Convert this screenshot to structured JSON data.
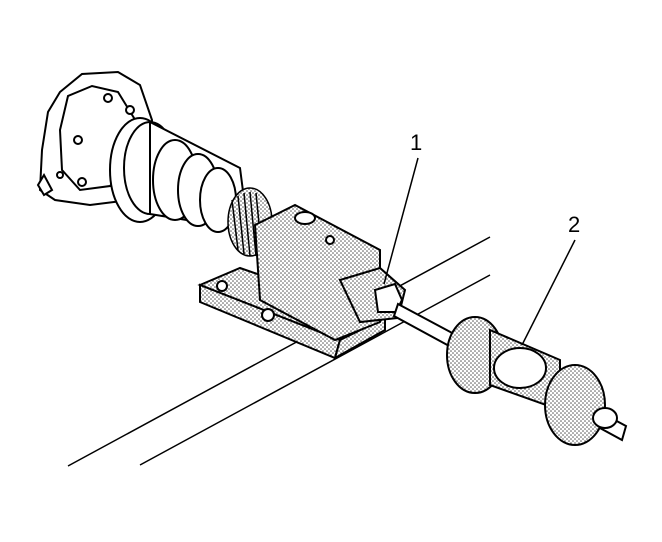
{
  "diagram": {
    "callouts": [
      {
        "id": "1",
        "label": "1"
      },
      {
        "id": "2",
        "label": "2"
      }
    ],
    "colors": {
      "ink": "#000000",
      "stipple": "#c8c8c8",
      "paper": "#ffffff"
    }
  }
}
